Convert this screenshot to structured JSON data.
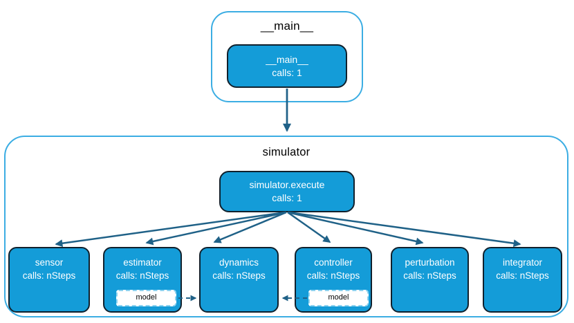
{
  "diagram": {
    "main_container": {
      "title": "__main__",
      "node": {
        "name": "__main__",
        "calls": "calls: 1"
      }
    },
    "simulator_container": {
      "title": "simulator",
      "root_node": {
        "name": "simulator.execute",
        "calls": "calls: 1"
      },
      "children": [
        {
          "name": "sensor",
          "calls": "calls: nSteps"
        },
        {
          "name": "estimator",
          "calls": "calls: nSteps",
          "model_label": "model"
        },
        {
          "name": "dynamics",
          "calls": "calls: nSteps"
        },
        {
          "name": "controller",
          "calls": "calls: nSteps",
          "model_label": "model"
        },
        {
          "name": "perturbation",
          "calls": "calls: nSteps"
        },
        {
          "name": "integrator",
          "calls": "calls: nSteps"
        }
      ]
    },
    "edges": [
      {
        "from": "__main__",
        "to": "simulator.execute",
        "style": "solid"
      },
      {
        "from": "simulator.execute",
        "to": "sensor",
        "style": "solid"
      },
      {
        "from": "simulator.execute",
        "to": "estimator",
        "style": "solid"
      },
      {
        "from": "simulator.execute",
        "to": "dynamics",
        "style": "solid"
      },
      {
        "from": "simulator.execute",
        "to": "controller",
        "style": "solid"
      },
      {
        "from": "simulator.execute",
        "to": "perturbation",
        "style": "solid"
      },
      {
        "from": "simulator.execute",
        "to": "integrator",
        "style": "solid"
      },
      {
        "from": "estimator.model",
        "to": "dynamics",
        "style": "dashed"
      },
      {
        "from": "controller.model",
        "to": "dynamics",
        "style": "dashed"
      }
    ],
    "colors": {
      "node_fill": "#149cd8",
      "node_border": "#10202c",
      "container_border": "#3bade3",
      "arrow": "#1f6187",
      "node_text": "#ffffff",
      "title_text": "#000000",
      "model_border": "#8ed3f0"
    }
  }
}
